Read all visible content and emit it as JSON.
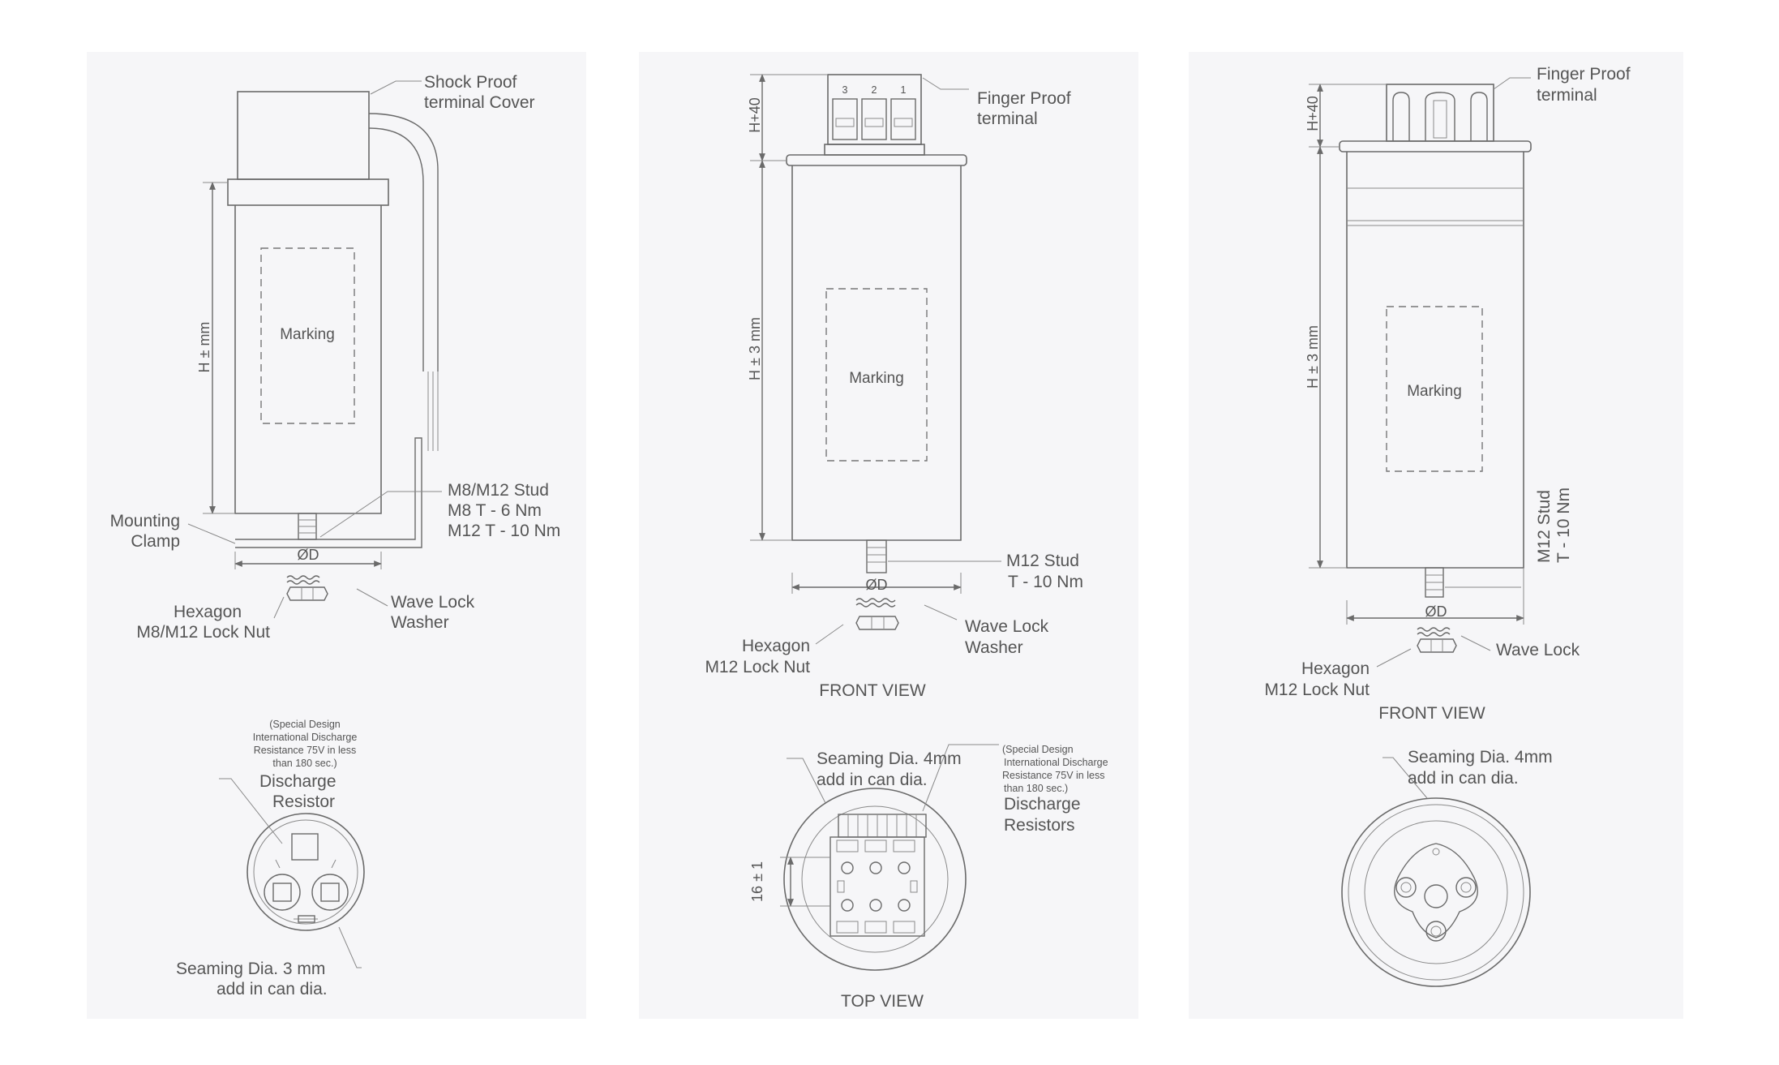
{
  "panel1": {
    "shock_proof_1": "Shock Proof",
    "shock_proof_2": "terminal Cover",
    "h_dim": "H ± mm",
    "marking": "Marking",
    "stud_1": "M8/M12 Stud",
    "stud_2": "M8 T - 6 Nm",
    "stud_3": "M12 T - 10 Nm",
    "clamp_1": "Mounting",
    "clamp_2": "Clamp",
    "od": "ØD",
    "nut_1": "Hexagon",
    "nut_2": "M8/M12 Lock Nut",
    "washer_1": "Wave Lock",
    "washer_2": "Washer",
    "special_1": "(Special Design",
    "special_2": "International Discharge",
    "special_3": "Resistance 75V in less",
    "special_4": "than 180 sec.)",
    "discharge_1": "Discharge",
    "discharge_2": "Resistor",
    "seaming_1": "Seaming Dia. 3 mm",
    "seaming_2": "add in can dia."
  },
  "panel2": {
    "finger_1": "Finger Proof",
    "finger_2": "terminal",
    "h40": "H+40",
    "h_dim": "H ± 3 mm",
    "marking": "Marking",
    "stud_1": "M12 Stud",
    "stud_2": "T - 10 Nm",
    "od": "ØD",
    "nut_1": "Hexagon",
    "nut_2": "M12 Lock Nut",
    "washer_1": "Wave Lock",
    "washer_2": "Washer",
    "front_view": "FRONT VIEW",
    "seaming_1": "Seaming Dia. 4mm",
    "seaming_2": "add in can dia.",
    "special_1": "(Special Design",
    "special_2": "International Discharge",
    "special_3": "Resistance 75V in less",
    "special_4": "than 180 sec.)",
    "discharge_1": "Discharge",
    "discharge_2": "Resistors",
    "dim_16": "16 ± 1",
    "top_view": "TOP VIEW",
    "term_3": "3",
    "term_2": "2",
    "term_1": "1"
  },
  "panel3": {
    "finger_1": "Finger Proof",
    "finger_2": "terminal",
    "h40": "H+40",
    "h_dim": "H ± 3 mm",
    "marking": "Marking",
    "stud_1": "M12 Stud",
    "stud_2": "T - 10 Nm",
    "od": "ØD",
    "washer_1": "Wave Lock",
    "nut_1": "Hexagon",
    "nut_2": "M12 Lock Nut",
    "front_view": "FRONT VIEW",
    "seaming_1": "Seaming Dia. 4mm",
    "seaming_2": "add in can dia."
  },
  "colors": {
    "panel_bg": "#f6f6f8",
    "line": "#6a6a6a",
    "text": "#555555"
  }
}
